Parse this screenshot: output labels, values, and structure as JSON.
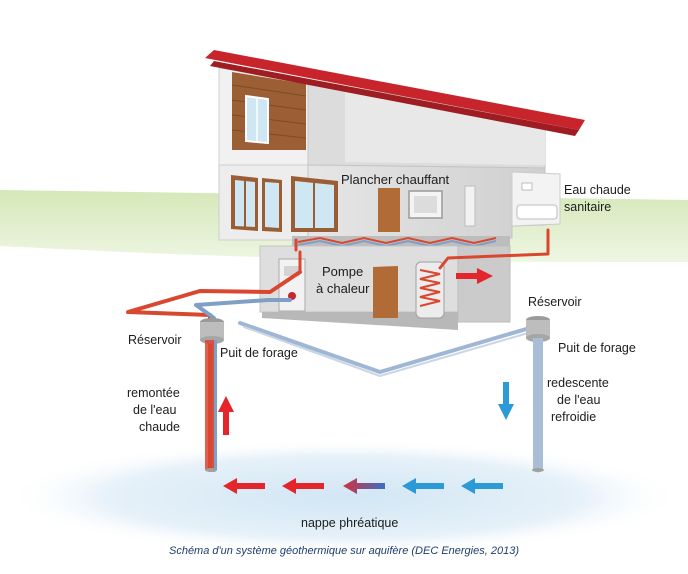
{
  "labels": {
    "plancher": "Plancher chauffant",
    "eau_chaude_1": "Eau chaude",
    "eau_chaude_2": "sanitaire",
    "pompe_1": "Pompe",
    "pompe_2": "à chaleur",
    "reservoir_left": "Réservoir",
    "reservoir_right": "Réservoir",
    "puits_left": "Puit de forage",
    "puits_right": "Puit de forage",
    "remontee_1": "remontée",
    "remontee_2": "de l'eau",
    "remontee_3": "chaude",
    "redescente_1": "redescente",
    "redescente_2": "de l'eau",
    "redescente_3": "refroidie",
    "nappe": "nappe phréatique"
  },
  "caption": "Schéma d'un système géothermique sur aquifère  (DEC Energies, 2013)",
  "colors": {
    "hot_pipe": "#d9472f",
    "cold_pipe": "#7f9fc6",
    "hot_arrow": "#e4252b",
    "cold_arrow": "#2c9ad6",
    "roof": "#c8242c",
    "grass": "#cfe3b1",
    "aquifer": "#dcebf5",
    "caption": "#1f3d6b"
  }
}
